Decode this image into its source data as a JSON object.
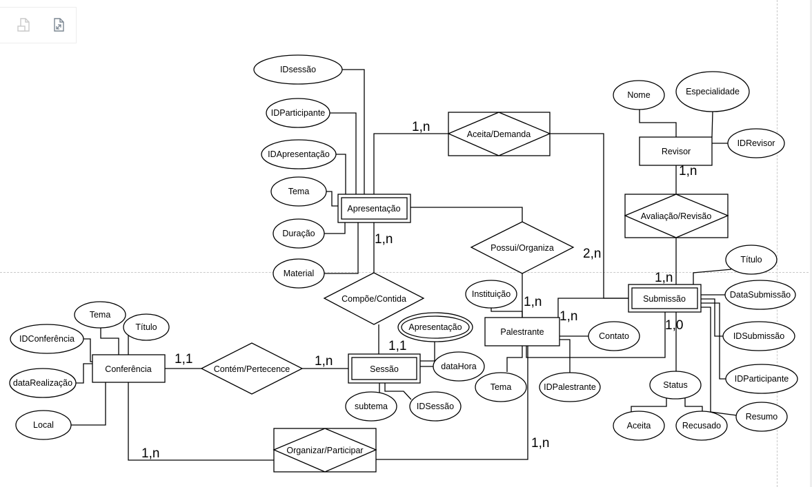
{
  "diagram": {
    "entities": {
      "revisor": "Revisor",
      "apresentacao": "Apresentação",
      "submissao": "Submissão",
      "palestrante": "Palestrante",
      "sessao": "Sessão",
      "conferencia": "Conferência"
    },
    "relationships": {
      "aceita_demanda": "Aceita/Demanda",
      "avaliacao_revisao": "Avaliação/Revisão",
      "possui_organiza": "Possui/Organiza",
      "compoe_contida": "Compõe/Contida",
      "contem_pertecence": "Contém/Pertecence",
      "organizar_participar": "Organizar/Participar"
    },
    "attributes": {
      "ids_sessao_top": "IDsessão",
      "id_participante_apr": "IDParticipante",
      "id_apresentacao": "IDApresentação",
      "tema_apr": "Tema",
      "duracao": "Duração",
      "material": "Material",
      "nome": "Nome",
      "especialidade": "Especialidade",
      "id_revisor": "IDRevisor",
      "titulo_sub": "Título",
      "data_submissao": "DataSubmissão",
      "id_submissao": "IDSubmissão",
      "id_participante_sub": "IDParticipante",
      "resumo": "Resumo",
      "status": "Status",
      "aceita": "Aceita",
      "recusado": "Recusado",
      "instituicao": "Instituição",
      "contato": "Contato",
      "tema_pal": "Tema",
      "id_palestrante": "IDPalestrante",
      "apresentacao_multi": "Apresentação",
      "data_hora": "dataHora",
      "id_sessao": "IDSessão",
      "subtema": "subtema",
      "tema_conf": "Tema",
      "titulo_conf": "Título",
      "id_conferencia": "IDConferência",
      "data_realizacao": "dataRealização",
      "local": "Local"
    },
    "cardinalities": {
      "aceita_apr": "1,n",
      "revisor_aval": "1,n",
      "submissao_aceita": "2,n",
      "submissao_aval": "1,n",
      "apr_compoe": "1,n",
      "palestrante_possui": "1,n",
      "palestrante_sub": "1,n",
      "submissao_status": "1,0",
      "sessao_compoe": "1,1",
      "conferencia_contem": "1,1",
      "sessao_contem": "1,n",
      "conferencia_org": "1,n",
      "palestrante_org": "1,n"
    }
  }
}
